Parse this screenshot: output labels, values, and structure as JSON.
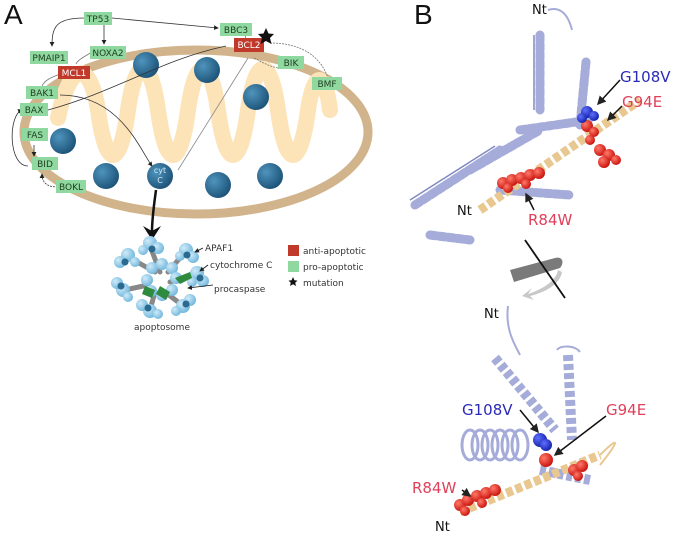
{
  "panels": {
    "a": {
      "label": "A",
      "nodes": [
        {
          "id": "TP53",
          "label": "TP53",
          "type": "pro"
        },
        {
          "id": "PMAIP1",
          "label": "PMAIP1",
          "type": "pro"
        },
        {
          "id": "NOXA2",
          "label": "NOXA2",
          "type": "pro"
        },
        {
          "id": "MCL1",
          "label": "MCL1",
          "type": "anti"
        },
        {
          "id": "BBC3",
          "label": "BBC3",
          "type": "pro"
        },
        {
          "id": "BCL2",
          "label": "BCL2",
          "type": "anti"
        },
        {
          "id": "BIK",
          "label": "BIK",
          "type": "pro"
        },
        {
          "id": "BMF",
          "label": "BMF",
          "type": "pro"
        },
        {
          "id": "BAK1",
          "label": "BAK1",
          "type": "pro"
        },
        {
          "id": "BAX",
          "label": "BAX",
          "type": "pro"
        },
        {
          "id": "FAS",
          "label": "FAS",
          "type": "pro"
        },
        {
          "id": "BID",
          "label": "BID",
          "type": "pro"
        },
        {
          "id": "BOKL",
          "label": "BOKL",
          "type": "pro"
        }
      ],
      "cyt_c": {
        "line1": "cyt",
        "line2": "C"
      },
      "apoptosome": {
        "label": "apoptosome",
        "annotations": [
          "APAF1",
          "cytochrome C",
          "procaspase"
        ]
      },
      "legend": [
        {
          "label": "anti-apoptotic",
          "color": "#c0392b",
          "kind": "square"
        },
        {
          "label": "pro-apoptotic",
          "color": "#8fd9a0",
          "kind": "square"
        },
        {
          "label": "mutation",
          "color": "#111111",
          "kind": "star"
        }
      ]
    },
    "b": {
      "label": "B",
      "top_view": {
        "mutations": [
          {
            "label": "G108V",
            "color": "#2a2ab8"
          },
          {
            "label": "G94E",
            "color": "#e0405a"
          },
          {
            "label": "R84W",
            "color": "#e0405a"
          }
        ],
        "termini": [
          "Nt",
          "Nt"
        ]
      },
      "bottom_view": {
        "mutations": [
          {
            "label": "G108V",
            "color": "#2a2ab8"
          },
          {
            "label": "G94E",
            "color": "#e0405a"
          },
          {
            "label": "R84W",
            "color": "#e0405a"
          }
        ],
        "termini": [
          "Nt",
          "Nt"
        ]
      }
    }
  },
  "colors": {
    "pro_apoptotic": "#8fd9a0",
    "anti_apoptotic": "#c0392b",
    "membrane": "#d2b48c",
    "cristae": "#fde3b8",
    "vesicle": "#2e6f96",
    "helix": "#a6acd9",
    "tan_helix": "#e8c890",
    "sphere_red": "#e8221c",
    "sphere_blue": "#1f35d8"
  }
}
